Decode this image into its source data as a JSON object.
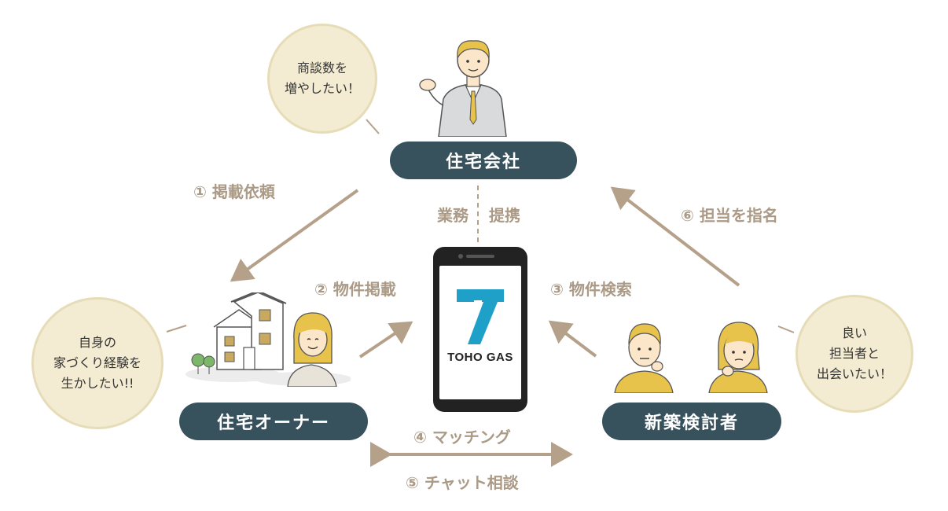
{
  "nodes": {
    "company": "住宅会社",
    "owner": "住宅オーナー",
    "seeker": "新築検討者"
  },
  "bubbles": {
    "company": [
      "商談数を",
      "増やしたい！"
    ],
    "owner": [
      "自身の",
      "家づくり経験を",
      "生かしたい!!"
    ],
    "seeker": [
      "良い",
      "担当者と",
      "出会いたい！"
    ]
  },
  "flows": {
    "step1": "① 掲載依頼",
    "step2": "② 物件掲載",
    "step3": "③ 物件検索",
    "step4": "④ マッチング",
    "step5": "⑤ チャット相談",
    "step6": "⑥ 担当を指名",
    "partnership_left": "業務",
    "partnership_right": "提携"
  },
  "phone": {
    "brand": "TOHO GAS"
  },
  "colors": {
    "pill": "#37515d",
    "label": "#ab9a86",
    "arrow": "#b5a089",
    "bubble": "#f3ecd2",
    "logo": "#1fa0c8"
  }
}
